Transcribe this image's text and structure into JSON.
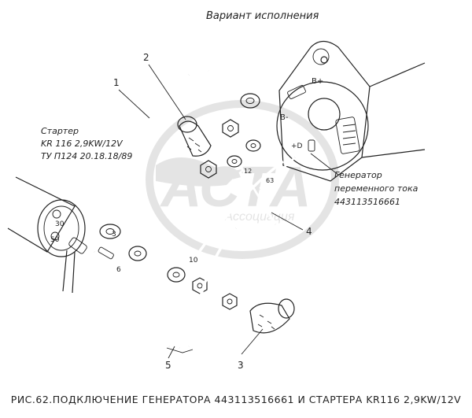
{
  "header": {
    "variant": "Вариант исполнения"
  },
  "starter": {
    "line1": "Стартер",
    "line2": "KR 116 2,9KW/12V",
    "line3": "ТУ П124 20.18.18/89",
    "terminal_30": "30",
    "terminal_50": "50"
  },
  "generator": {
    "line1": "Генератор",
    "line2": "переменного тока",
    "line3": "443113516661",
    "terminal_bplus": "B+",
    "terminal_bminus": "B-",
    "terminal_dplus": "+D"
  },
  "callouts": [
    "1",
    "2",
    "3",
    "4",
    "5"
  ],
  "wire_marks": {
    "w3": "3",
    "w6": "6",
    "w10": "10",
    "w12": "12",
    "w63": "63"
  },
  "watermark": {
    "main": "АСТА",
    "sub": "Ассоциация"
  },
  "caption": "РИС.62.ПОДКЛЮЧЕНИЕ ГЕНЕРАТОРА 443113516661 И СТАРТЕРА KR116 2,9KW/12V"
}
